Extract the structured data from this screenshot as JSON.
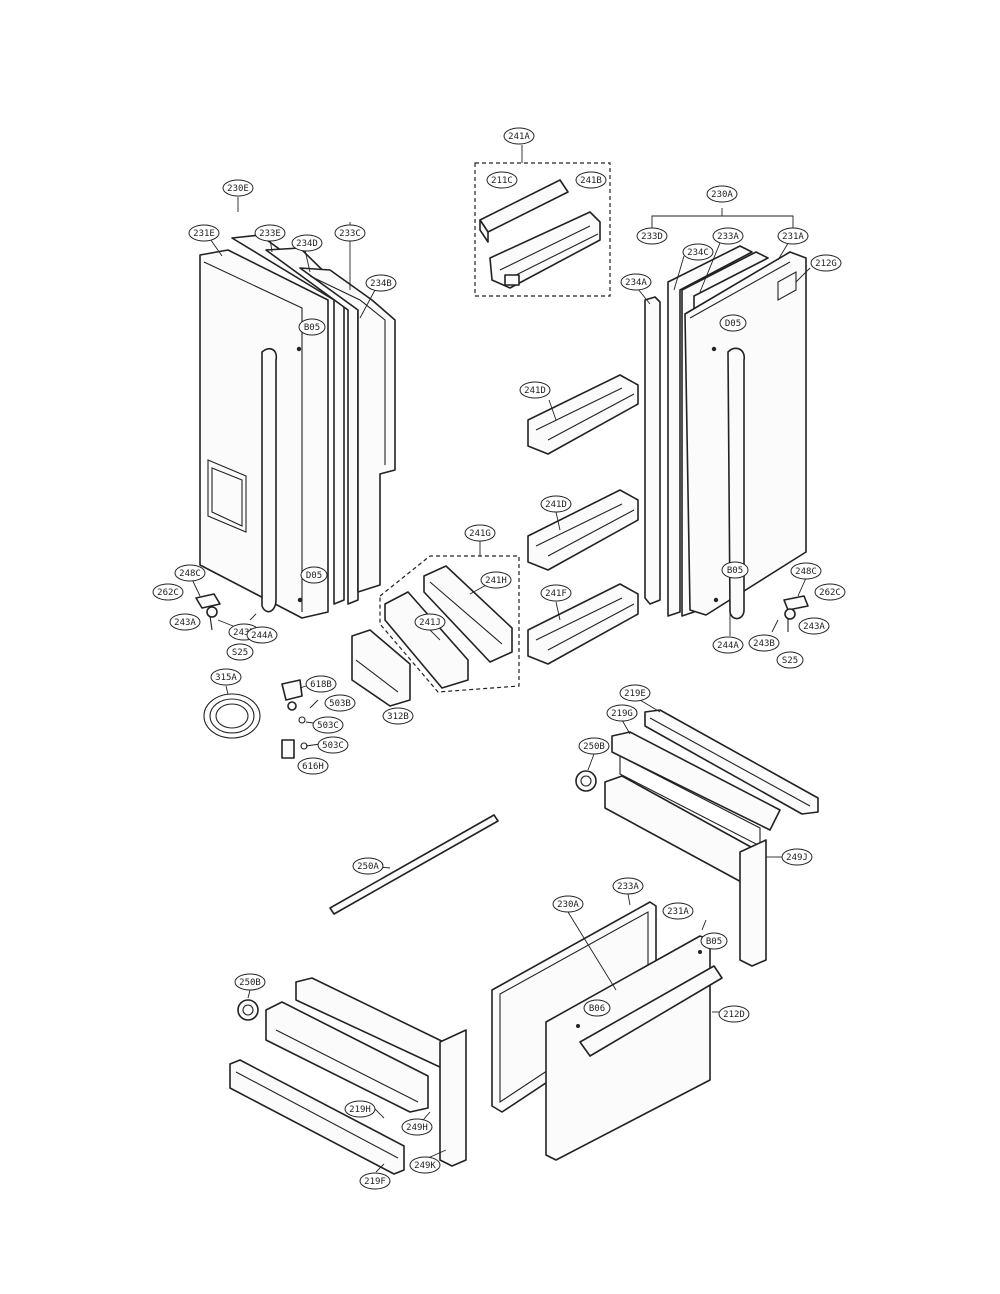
{
  "diagram": {
    "labels": {
      "241A": "241A",
      "211C": "211C",
      "241B": "241B",
      "230E": "230E",
      "231E": "231E",
      "233E": "233E",
      "234D": "234D",
      "233C": "233C",
      "234B": "234B",
      "230A": "230A",
      "233D": "233D",
      "234C": "234C",
      "233A": "233A",
      "231A": "231A",
      "212G": "212G",
      "234A": "234A",
      "B05_1": "B05",
      "B05_2": "B05",
      "D05_1": "D05",
      "D05_2": "D05",
      "241D_1": "241D",
      "241D_2": "241D",
      "241F": "241F",
      "241G": "241G",
      "241H": "241H",
      "241J": "241J",
      "248C_L": "248C",
      "262C_L": "262C",
      "243A_L": "243A",
      "243D": "243D",
      "S25_L": "S25",
      "244A_L": "244A",
      "244A_R": "244A",
      "248C_R": "248C",
      "262C_R": "262C",
      "243B": "243B",
      "243A_R": "243A",
      "S25_R": "S25",
      "315A": "315A",
      "618B": "618B",
      "503B": "503B",
      "503C_1": "503C",
      "503C_2": "503C",
      "616H": "616H",
      "312B": "312B",
      "219E": "219E",
      "219G": "219G",
      "250B_R": "250B",
      "249J": "249J",
      "250A": "250A",
      "233A_B": "233A",
      "230A_B": "230A",
      "231A_B": "231A",
      "B05_3": "B05",
      "B06": "B06",
      "212D": "212D",
      "250B_L": "250B",
      "219H": "219H",
      "249H": "249H",
      "249K": "249K",
      "219F": "219F"
    }
  }
}
